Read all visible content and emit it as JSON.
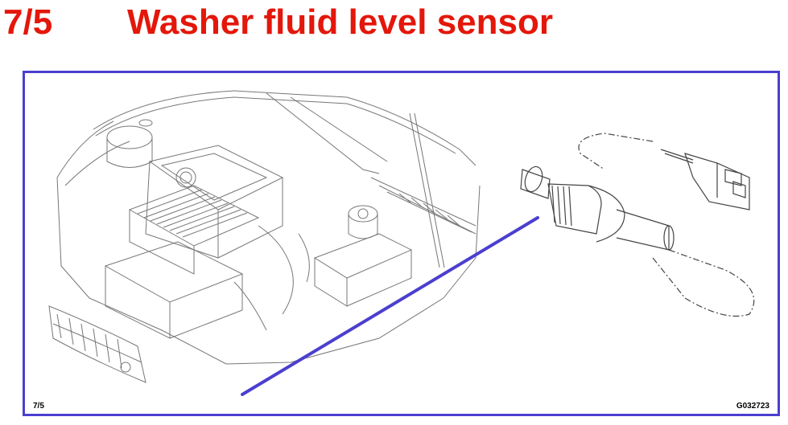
{
  "header": {
    "section_number": "7/5",
    "title": "Washer fluid level sensor"
  },
  "figure": {
    "page_ref": "7/5",
    "figure_code": "G032723",
    "pointer_color": "#4b3fcf",
    "title_color": "#e3170a",
    "frame_color": "#4b3fcf"
  }
}
